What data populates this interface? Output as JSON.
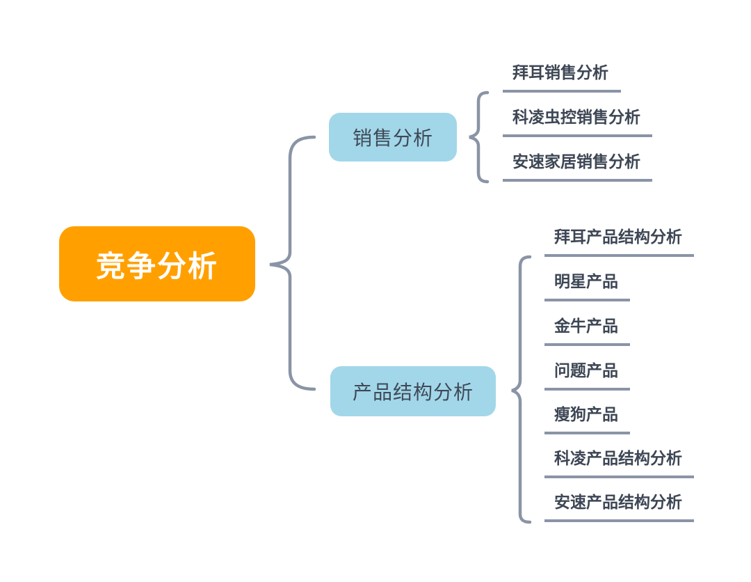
{
  "diagram": {
    "type": "mindmap",
    "root": {
      "label": "竞争分析"
    },
    "branches": [
      {
        "label": "销售分析",
        "children": [
          {
            "label": "拜耳销售分析"
          },
          {
            "label": "科凌虫控销售分析"
          },
          {
            "label": "安速家居销售分析"
          }
        ]
      },
      {
        "label": "产品结构分析",
        "children": [
          {
            "label": "拜耳产品结构分析"
          },
          {
            "label": "明星产品"
          },
          {
            "label": "金牛产品"
          },
          {
            "label": "问题产品"
          },
          {
            "label": "瘦狗产品"
          },
          {
            "label": "科凌产品结构分析"
          },
          {
            "label": "安速产品结构分析"
          }
        ]
      }
    ],
    "colors": {
      "root_fill": "#ffa000",
      "root_text": "#ffffff",
      "branch_fill": "#a2d7e9",
      "branch_text": "#3f4956",
      "leaf_text": "#3d4654",
      "connector": "#8a94a6",
      "background": "#ffffff"
    }
  }
}
